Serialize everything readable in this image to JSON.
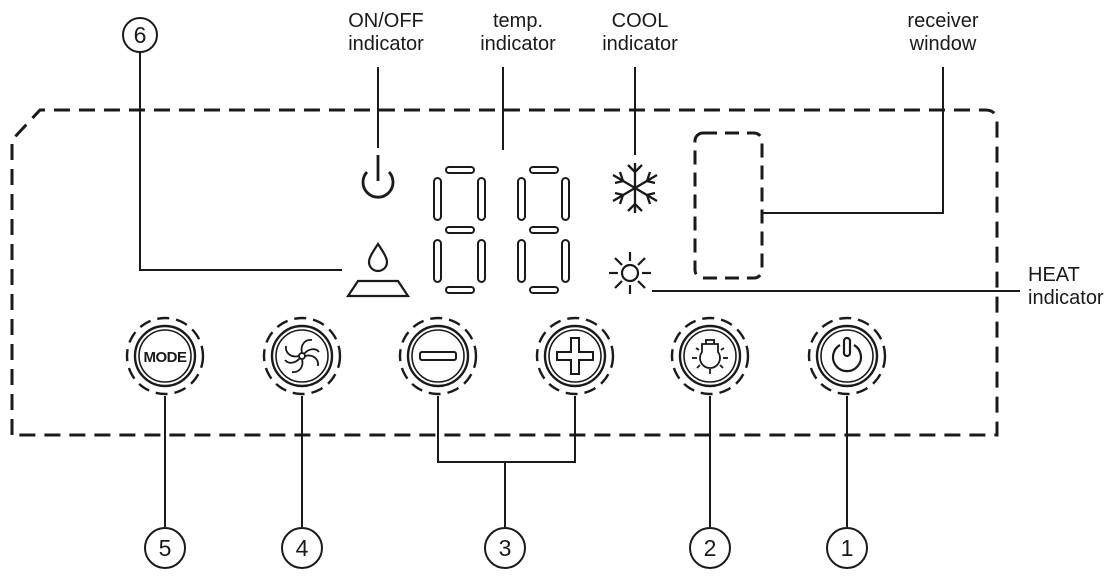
{
  "labels": {
    "onoff_indicator": [
      "ON/OFF",
      "indicator"
    ],
    "temp_indicator": [
      "temp.",
      "indicator"
    ],
    "cool_indicator": [
      "COOL",
      "indicator"
    ],
    "receiver_window": [
      "receiver",
      "window"
    ],
    "heat_indicator": [
      "HEAT",
      "indicator"
    ]
  },
  "buttons": {
    "mode": "MODE"
  },
  "callouts": {
    "n1": "1",
    "n2": "2",
    "n3": "3",
    "n4": "4",
    "n5": "5",
    "n6": "6"
  },
  "icons": [
    "power-icon",
    "drain-icon",
    "snowflake-icon",
    "sun-icon",
    "fan-icon",
    "minus-icon",
    "plus-icon",
    "light-icon"
  ],
  "colors": {
    "line": "#1a1a1a",
    "background": "#ffffff"
  }
}
